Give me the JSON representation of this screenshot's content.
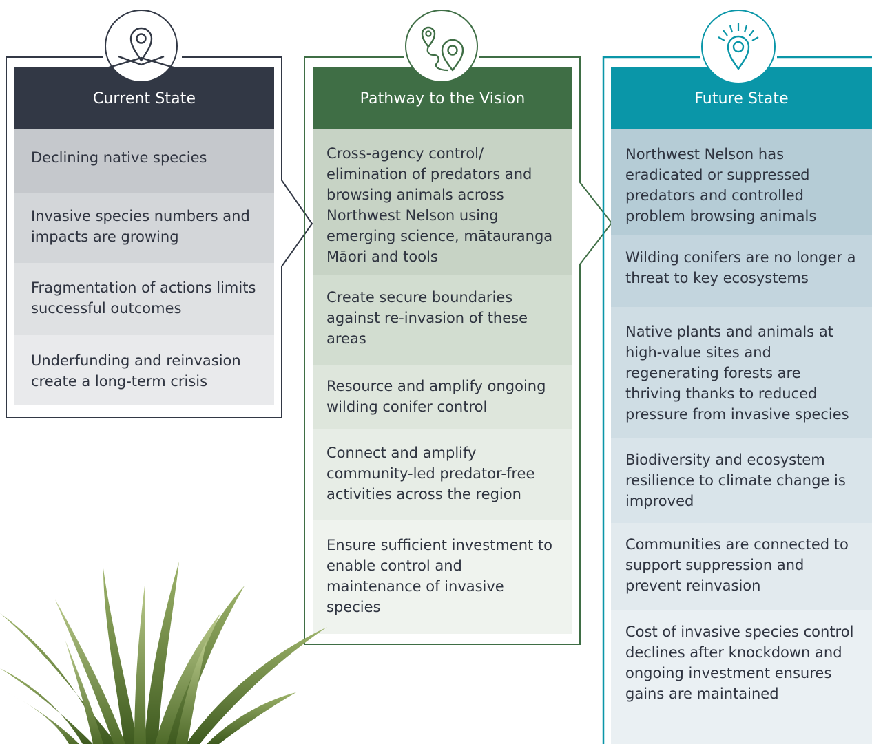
{
  "columns": [
    {
      "id": "current",
      "icon": "map-pin-icon",
      "title": "Current State",
      "header_color": "#323845",
      "items": [
        "Declining native species",
        "Invasive species numbers and impacts are growing",
        "Fragmentation of actions limits successful outcomes",
        "Underfunding and reinvasion create a long-term crisis"
      ]
    },
    {
      "id": "pathway",
      "icon": "route-pins-icon",
      "title": "Pathway to the Vision",
      "header_color": "#3f6e45",
      "items": [
        "Cross-agency control/ elimination of predators and browsing animals across Northwest Nelson using emerging science, mātauranga Māori and tools",
        "Create secure boundaries against re-invasion of these areas",
        "Resource and amplify ongoing wilding conifer control",
        "Connect and amplify community-led predator-free activities across the region",
        "Ensure sufficient investment to enable control and maintenance of invasive species"
      ]
    },
    {
      "id": "future",
      "icon": "radiant-pin-icon",
      "title": "Future State",
      "header_color": "#0a96a8",
      "items": [
        "Northwest Nelson has eradicated or suppressed predators and controlled problem browsing animals",
        "Wilding conifers are no longer a threat to key ecosystems",
        "Native plants and animals at high-value sites and regenerating forests are thriving thanks to reduced pressure from invasive species",
        "Biodiversity and ecosystem resilience to climate change is improved",
        "Communities are connected to support suppression and prevent reinvasion",
        "Cost of invasive species control declines after knockdown and ongoing investment ensures gains are maintained"
      ]
    }
  ],
  "colors": {
    "current_frame": "#323845",
    "pathway_frame": "#3f6e45",
    "future_frame": "#0a96a8",
    "plant": "#6b8a3a"
  }
}
